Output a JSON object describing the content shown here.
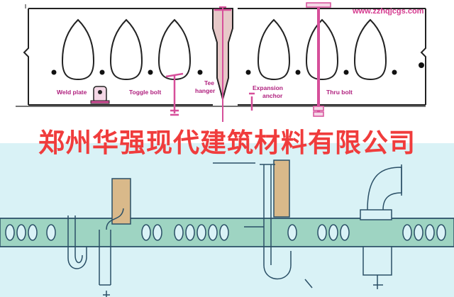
{
  "watermark": "www.zzhqjcgs.com",
  "banner": {
    "text": "郑州华强现代建筑材料有限公司",
    "color": "#f03c3c"
  },
  "labels": {
    "weld_plate": "Weld plate",
    "toggle_bolt": "Toggle bolt",
    "tee_hanger_line1": "Tee",
    "tee_hanger_line2": "hanger",
    "expansion_line1": "Expansion",
    "expansion_line2": "anchor",
    "thru_bolt": "Thru bolt"
  },
  "colors": {
    "label": "#b0207e",
    "bolt": "#d64f9a",
    "slab_line": "#222222",
    "pipe_line": "#2a4f66",
    "panel_bg": "#d9f2f6",
    "slab_fill": "#9ed4c2"
  }
}
